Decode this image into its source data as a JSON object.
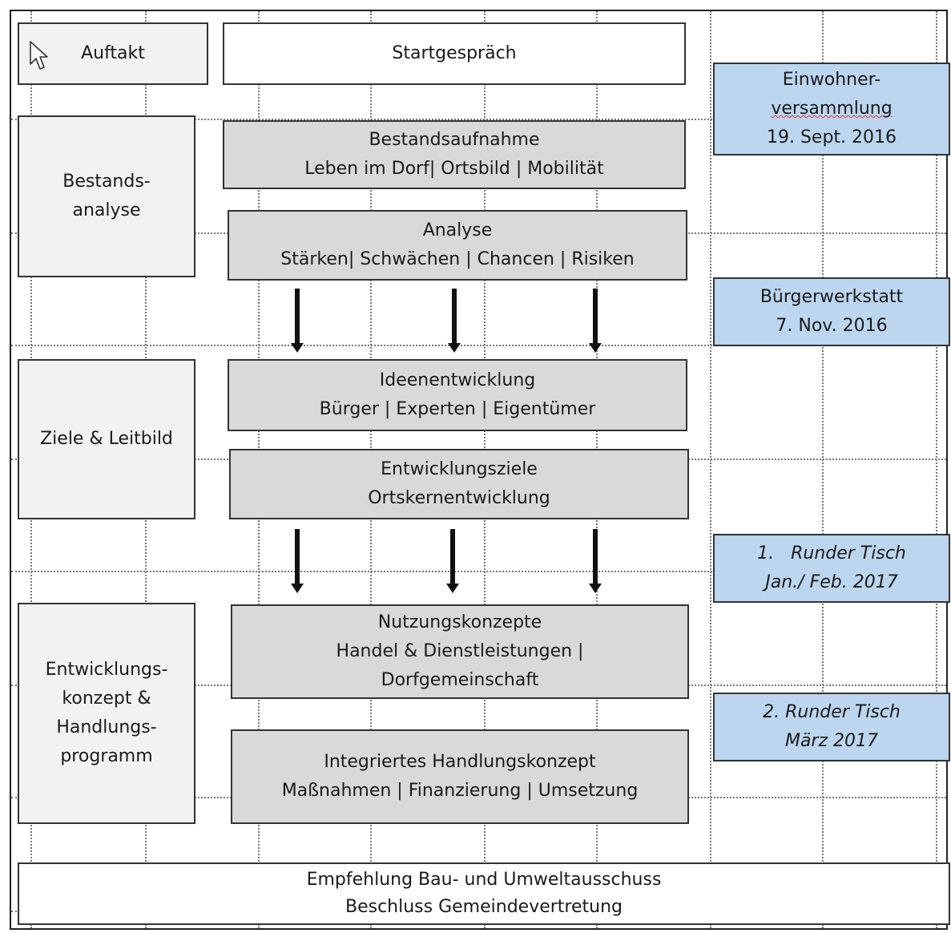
{
  "phases": {
    "auftakt": "Auftakt",
    "bestandsanalyse": [
      "Bestands-",
      "analyse"
    ],
    "ziele": "Ziele & Leitbild",
    "entwicklung": [
      "Entwicklungs-",
      "konzept &",
      "Handlungs-",
      "programm"
    ]
  },
  "steps": {
    "startgespraech": "Startgespräch",
    "bestandsaufnahme": [
      "Bestandsaufnahme",
      "Leben im Dorf| Ortsbild | Mobilität"
    ],
    "analyse": [
      "Analyse",
      "Stärken| Schwächen | Chancen | Risiken"
    ],
    "ideenentwicklung": [
      "Ideenentwicklung",
      "Bürger | Experten | Eigentümer"
    ],
    "entwicklungsziele": [
      "Entwicklungsziele",
      "Ortskernentwicklung"
    ],
    "nutzungskonzepte": [
      "Nutzungskonzepte",
      "Handel & Dienstleistungen |",
      "Dorfgemeinschaft"
    ],
    "handlungskonzept": [
      "Integriertes Handlungskonzept",
      "Maßnahmen | Finanzierung | Umsetzung"
    ],
    "empfehlung": [
      "Empfehlung Bau- und Umweltausschuss",
      "Beschluss Gemeindevertretung"
    ]
  },
  "events": {
    "einwohnerversammlung": [
      "Einwohner-",
      "versammlung",
      "19. Sept. 2016"
    ],
    "buergerwerkstatt": [
      "Bürgerwerkstatt",
      "7. Nov. 2016"
    ],
    "runder_tisch_1": [
      "1.   Runder Tisch",
      "Jan./ Feb. 2017"
    ],
    "runder_tisch_2": [
      "2. Runder Tisch",
      "März 2017"
    ]
  },
  "icons": {
    "cursor": "mouse-pointer-icon"
  },
  "colors": {
    "phase": "#f2f2f2",
    "step": "#d9d9d9",
    "event": "#bcd6ef",
    "border": "#333333"
  }
}
